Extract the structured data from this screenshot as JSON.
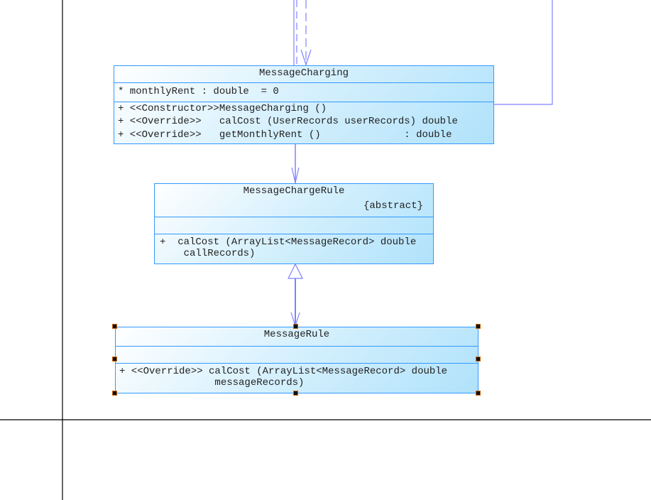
{
  "classes": {
    "message_charging": {
      "name": "MessageCharging",
      "attributes": [
        "* monthlyRent : double  = 0"
      ],
      "operations": [
        "+ <<Constructor>>MessageCharging ()",
        "+ <<Override>>   calCost (UserRecords userRecords) double",
        "+ <<Override>>   getMonthlyRent ()              : double"
      ]
    },
    "message_charge_rule": {
      "name": "MessageChargeRule",
      "stereotype": "{abstract}",
      "operations": [
        "+  calCost (ArrayList<MessageRecord> double",
        "    callRecords)"
      ]
    },
    "message_rule": {
      "name": "MessageRule",
      "operations": [
        "+ <<Override>> calCost (ArrayList<MessageRecord> double",
        "                messageRecords)"
      ]
    }
  },
  "colors": {
    "border": "#3399ff",
    "connector": "#8080ff",
    "frame": "#000000"
  }
}
